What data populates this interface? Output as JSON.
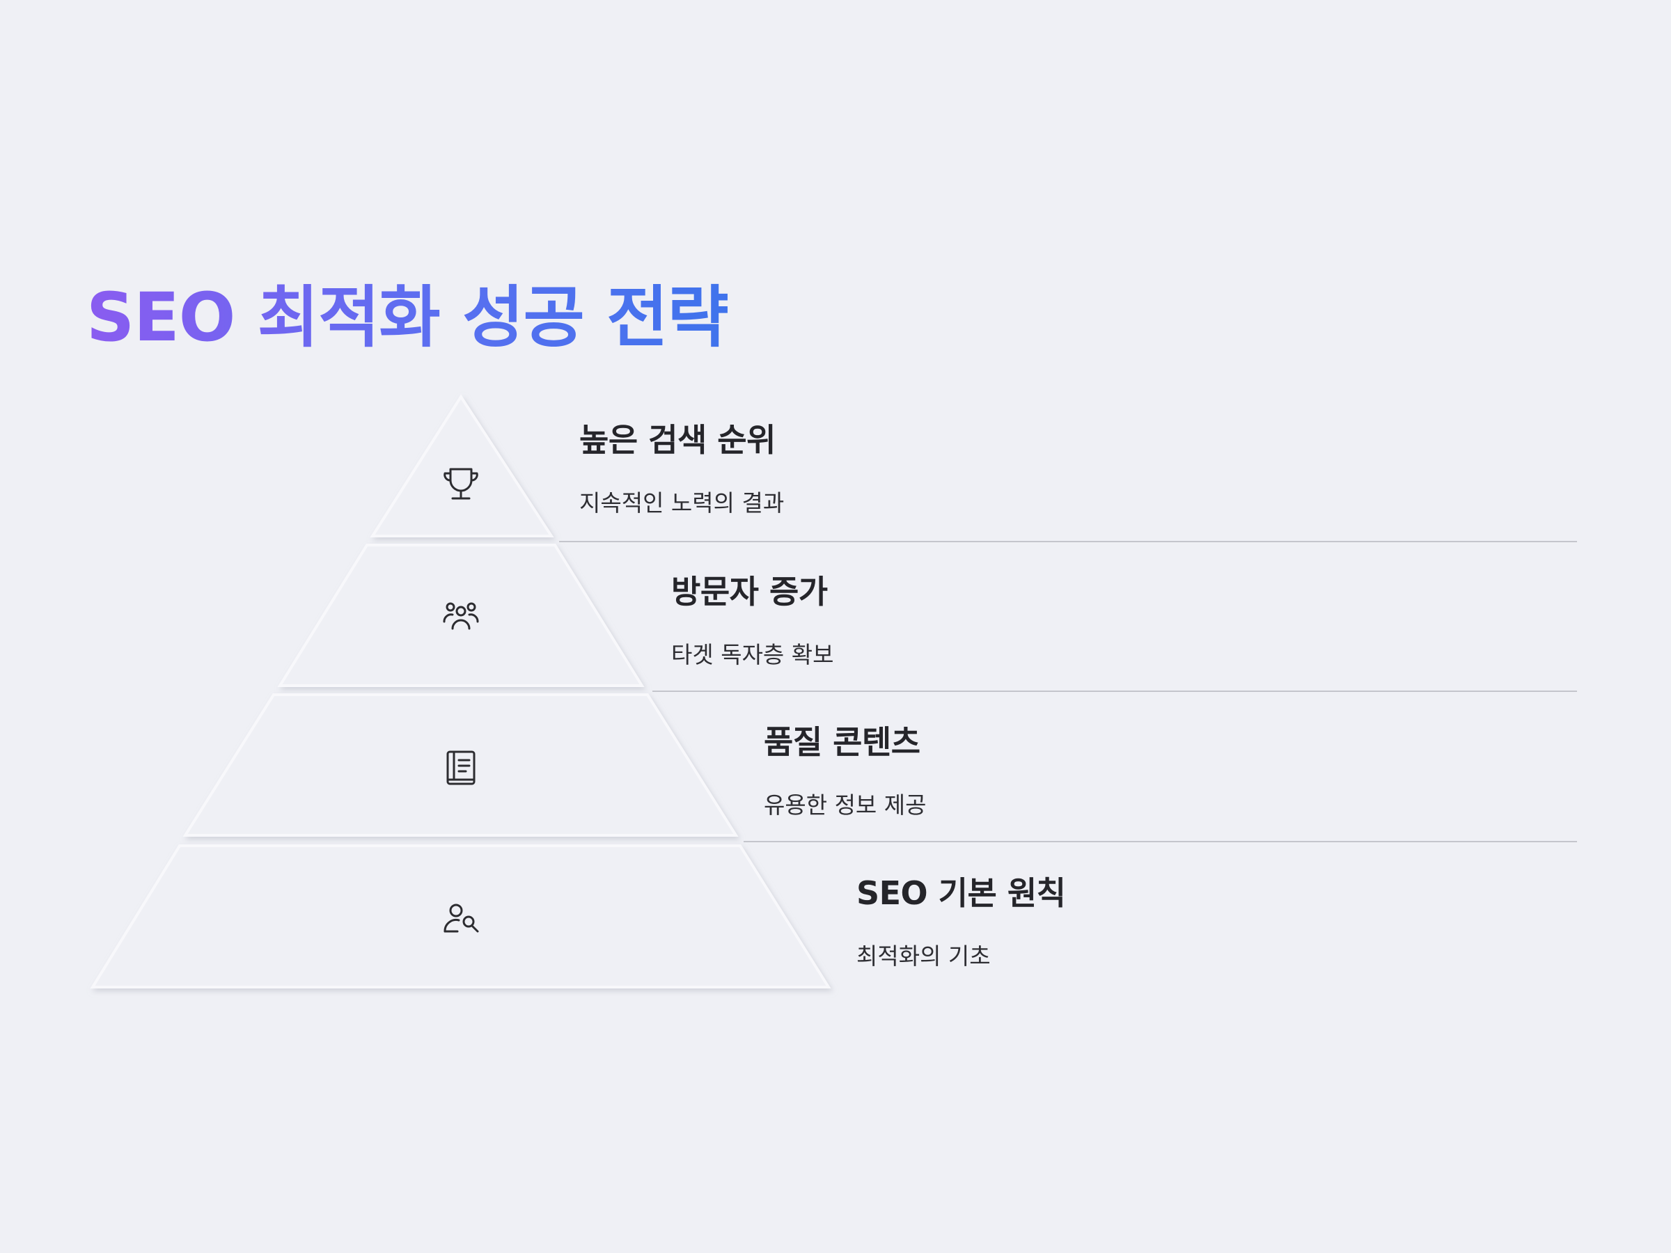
{
  "title": "SEO 최적화 성공 전략",
  "colors": {
    "background": "#eff0f5",
    "title_gradient_start": "#8a5cf0",
    "title_gradient_end": "#3f73ec",
    "text": "#25252a",
    "divider": "#c4c5cc"
  },
  "layers": [
    {
      "title": "높은 검색 순위",
      "subtitle": "지속적인 노력의 결과",
      "icon": "trophy-icon"
    },
    {
      "title": "방문자 증가",
      "subtitle": "타겟 독자층 확보",
      "icon": "users-icon"
    },
    {
      "title": "품질 콘텐츠",
      "subtitle": "유용한 정보 제공",
      "icon": "book-icon"
    },
    {
      "title": "SEO 기본 원칙",
      "subtitle": "최적화의 기초",
      "icon": "user-search-icon"
    }
  ]
}
